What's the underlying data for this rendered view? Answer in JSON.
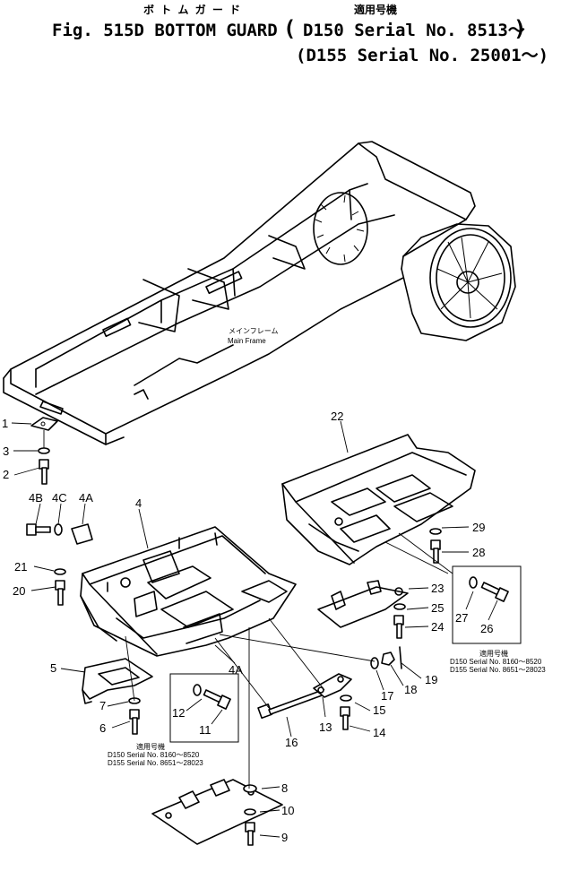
{
  "header": {
    "katakana": "ボ ト ム ガ ー ド",
    "applicable_top": "適用号機",
    "title": "Fig. 515D BOTTOM GUARD",
    "serial_d150": "D150 Serial No. 8513～",
    "serial_d155": "(D155 Serial No. 25001～)"
  },
  "frame_label": {
    "jp": "メインフレーム",
    "en": "Main Frame"
  },
  "callouts": [
    "1",
    "2",
    "3",
    "4",
    "4B",
    "4C",
    "4A",
    "4A",
    "5",
    "6",
    "7",
    "8",
    "9",
    "10",
    "11",
    "12",
    "13",
    "14",
    "15",
    "16",
    "17",
    "18",
    "19",
    "20",
    "21",
    "22",
    "23",
    "24",
    "25",
    "26",
    "27",
    "28",
    "29"
  ],
  "box_left": {
    "heading": "適用号機",
    "line1": "D150  Serial  No.  8160～8520",
    "line2": "D155  Serial  No.  8651～28023"
  },
  "box_right": {
    "heading": "適用号機",
    "line1": "D150  Serial  No.  8160～8520",
    "line2": "D155  Serial  No.  8651～28023"
  }
}
